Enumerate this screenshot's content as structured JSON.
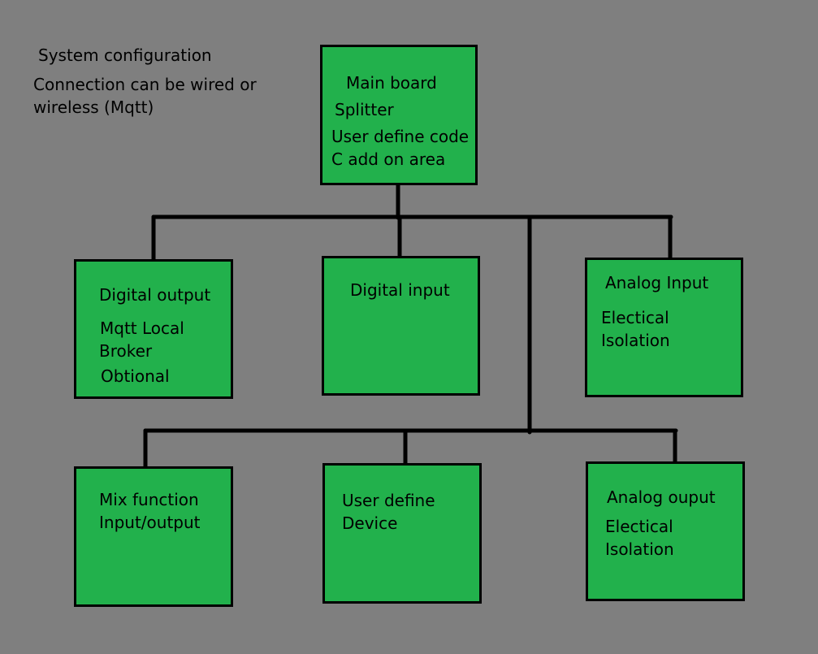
{
  "notes": {
    "title": "System configuration",
    "connection": [
      "Connection can be wired or",
      "wireless (Mqtt)"
    ]
  },
  "colors": {
    "background": "#7f7f7f",
    "box_fill": "#22b14c",
    "outline": "#000000"
  },
  "boxes": {
    "main_board": [
      "Main board",
      "Splitter",
      "User define code",
      "C add on area"
    ],
    "digital_output": [
      "Digital output",
      "Mqtt Local",
      "Broker",
      "Obtional"
    ],
    "digital_input": [
      "Digital input"
    ],
    "analog_input": [
      "Analog Input",
      "Electical",
      "Isolation"
    ],
    "mix_function": [
      "Mix function",
      "Input/output"
    ],
    "user_define": [
      "User define",
      "Device"
    ],
    "analog_output": [
      "Analog ouput",
      "Electical",
      "Isolation"
    ]
  }
}
